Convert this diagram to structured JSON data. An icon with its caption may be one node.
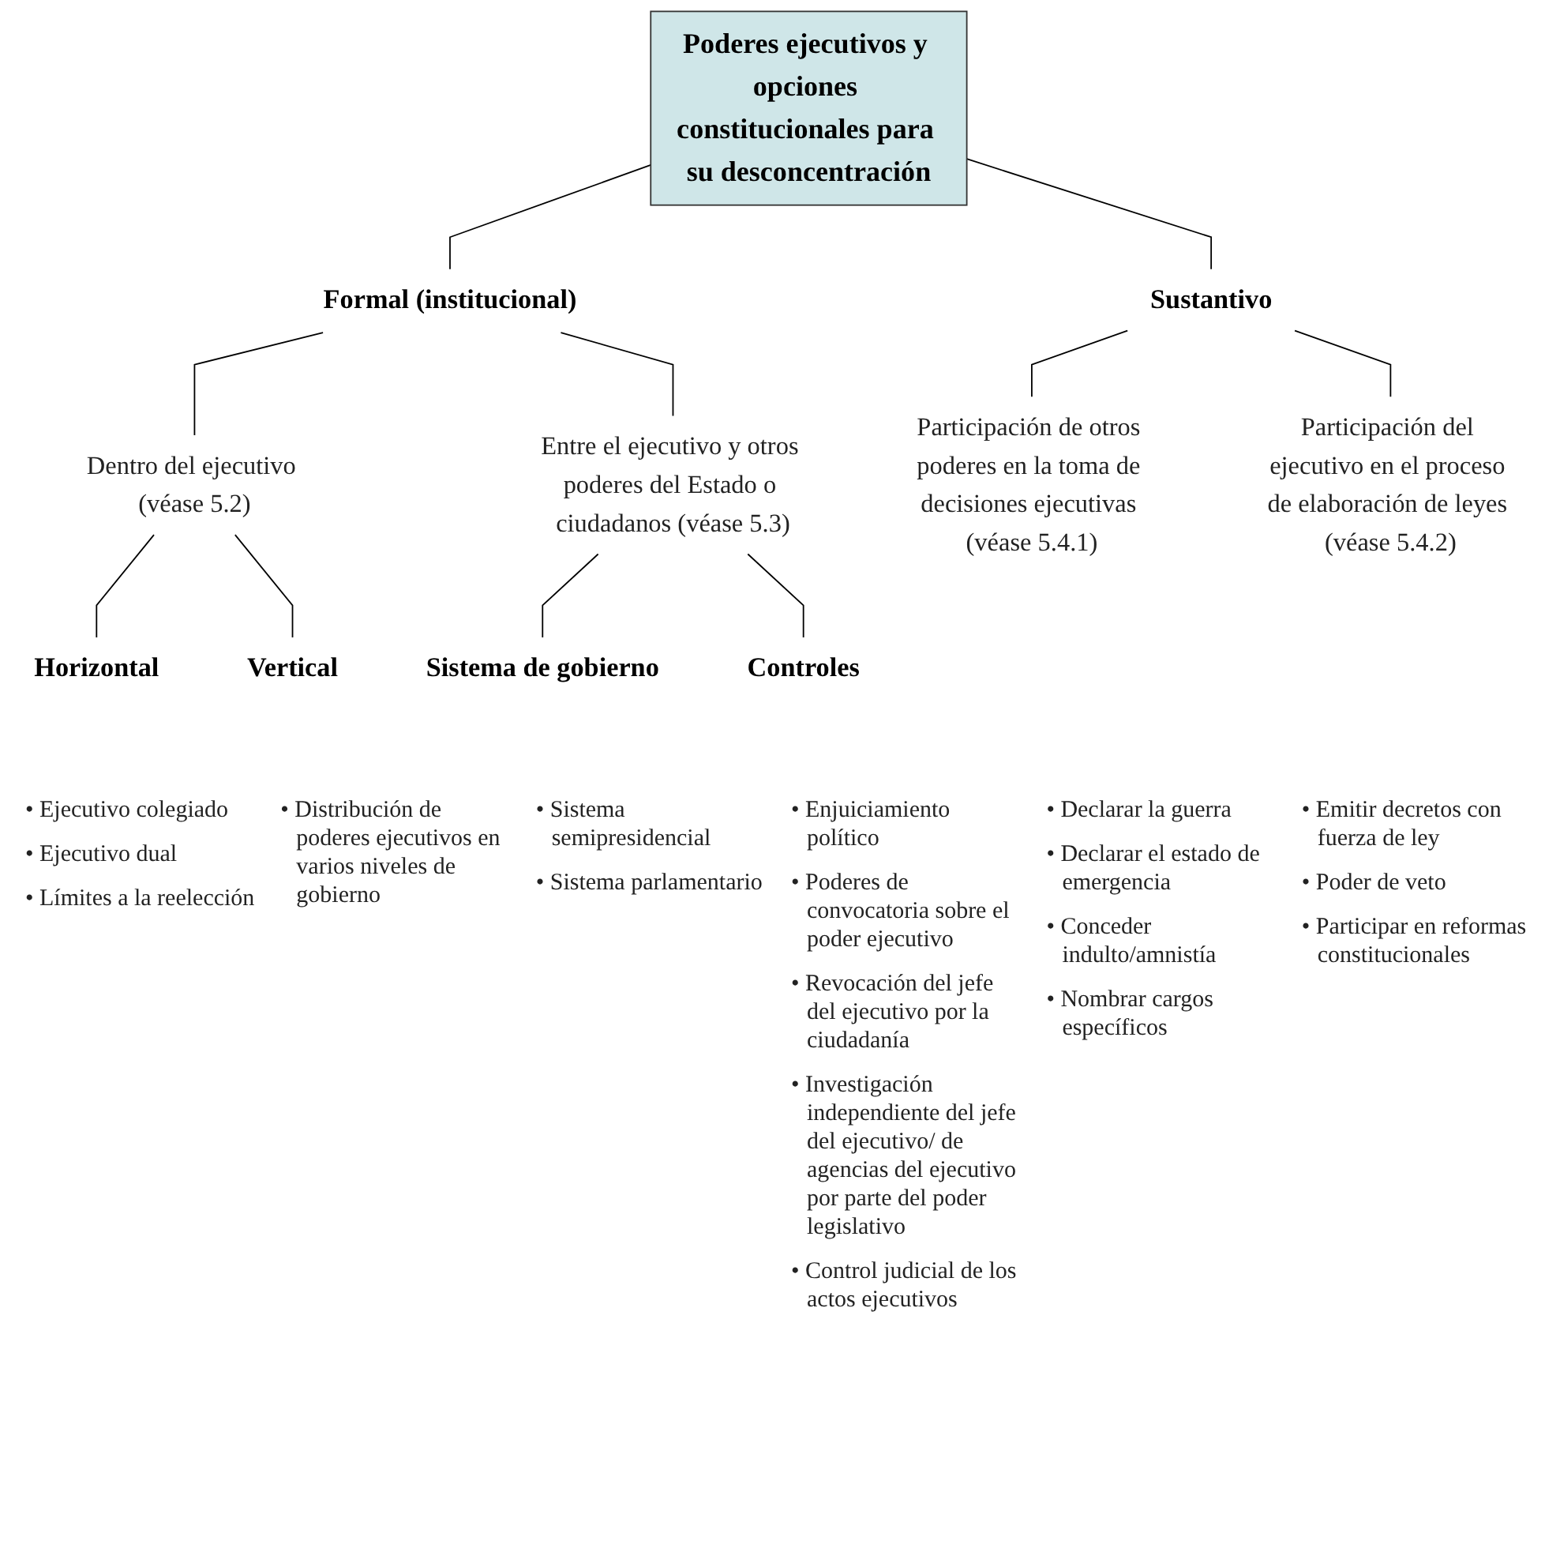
{
  "diagram": {
    "nodes": [
      {
        "text": [
          "Poderes ejecutivos y opciones constitucionales para su desconcentración"
        ]
      },
      {
        "text": [
          "Formal (institucional)"
        ]
      },
      {
        "text": [
          "Sustantivo"
        ]
      },
      {
        "text": [
          "Dentro del ejecutivo (véase 5.2)"
        ]
      },
      {
        "text": [
          "Entre el ejecutivo y otros poderes del Estado o ciudadanos (véase 5.3)"
        ]
      },
      {
        "text": [
          "Participación de otros poderes en la toma de decisiones ejecutivas (véase 5.4.1)"
        ]
      },
      {
        "text": [
          "Participación del ejecutivo en el proceso de elaboración de leyes (véase 5.4.2)"
        ]
      },
      {
        "text": [
          "Horizontal"
        ]
      },
      {
        "text": [
          "Vertical"
        ]
      },
      {
        "text": [
          "Sistema de gobierno"
        ]
      },
      {
        "text": [
          "Controles"
        ]
      }
    ],
    "edges": [
      {
        "from": 0,
        "to": 1,
        "arrow": "none"
      },
      {
        "from": 0,
        "to": 2,
        "arrow": "none"
      },
      {
        "from": 1,
        "to": 3,
        "arrow": "none"
      },
      {
        "from": 1,
        "to": 4,
        "arrow": "none"
      },
      {
        "from": 2,
        "to": 5,
        "arrow": "none"
      },
      {
        "from": 2,
        "to": 6,
        "arrow": "none"
      },
      {
        "from": 3,
        "to": 7,
        "arrow": "none"
      },
      {
        "from": 3,
        "to": 8,
        "arrow": "none"
      },
      {
        "from": 4,
        "to": 9,
        "arrow": "none"
      },
      {
        "from": 4,
        "to": 10,
        "arrow": "none"
      }
    ],
    "labels": [
      "• Ejecutivo colegiado",
      "• Ejecutivo dual",
      "• Límites a la reelección",
      "• Distribución de poderes ejecutivos en varios niveles de gobierno",
      "• Sistema semipresidencial",
      "• Sistema parlamentario",
      "• Enjuiciamiento político",
      "• Poderes de convocatoria sobre el poder ejecutivo",
      "• Revocación del jefe del ejecutivo por la ciudadanía",
      "• Investigación independiente del jefe del ejecutivo/ de agencias del ejecutivo por parte del poder legislativo",
      "• Control judicial de los actos ejecutivos",
      "• Declarar la guerra",
      "• Declarar el estado de emergencia",
      "• Conceder indulto/amnistía",
      "• Nombrar cargos específicos",
      "• Emitir decretos con fuerza de ley",
      "• Poder de veto",
      "• Participar en reformas constitucionales"
    ]
  }
}
